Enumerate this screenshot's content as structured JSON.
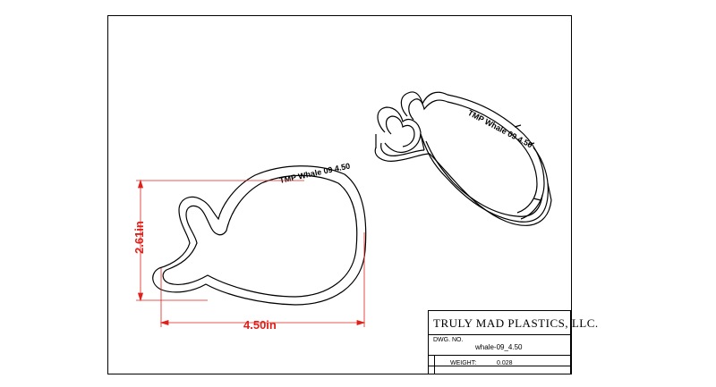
{
  "drawing": {
    "engraving": "TMP Whale 09 4.50",
    "iso_engraving": "TMP Whale 09 4.50",
    "dimensions": {
      "width_label": "4.50in",
      "height_label": "2.61in"
    },
    "colors": {
      "line": "#000000",
      "dimension": "#e0201a"
    }
  },
  "title_block": {
    "company": "TRULY MAD PLASTICS, LLC.",
    "dwg_no_label": "DWG. NO.",
    "dwg_no": "whale-09_4.50",
    "weight_label": "WEIGHT:",
    "weight": "0.028"
  }
}
